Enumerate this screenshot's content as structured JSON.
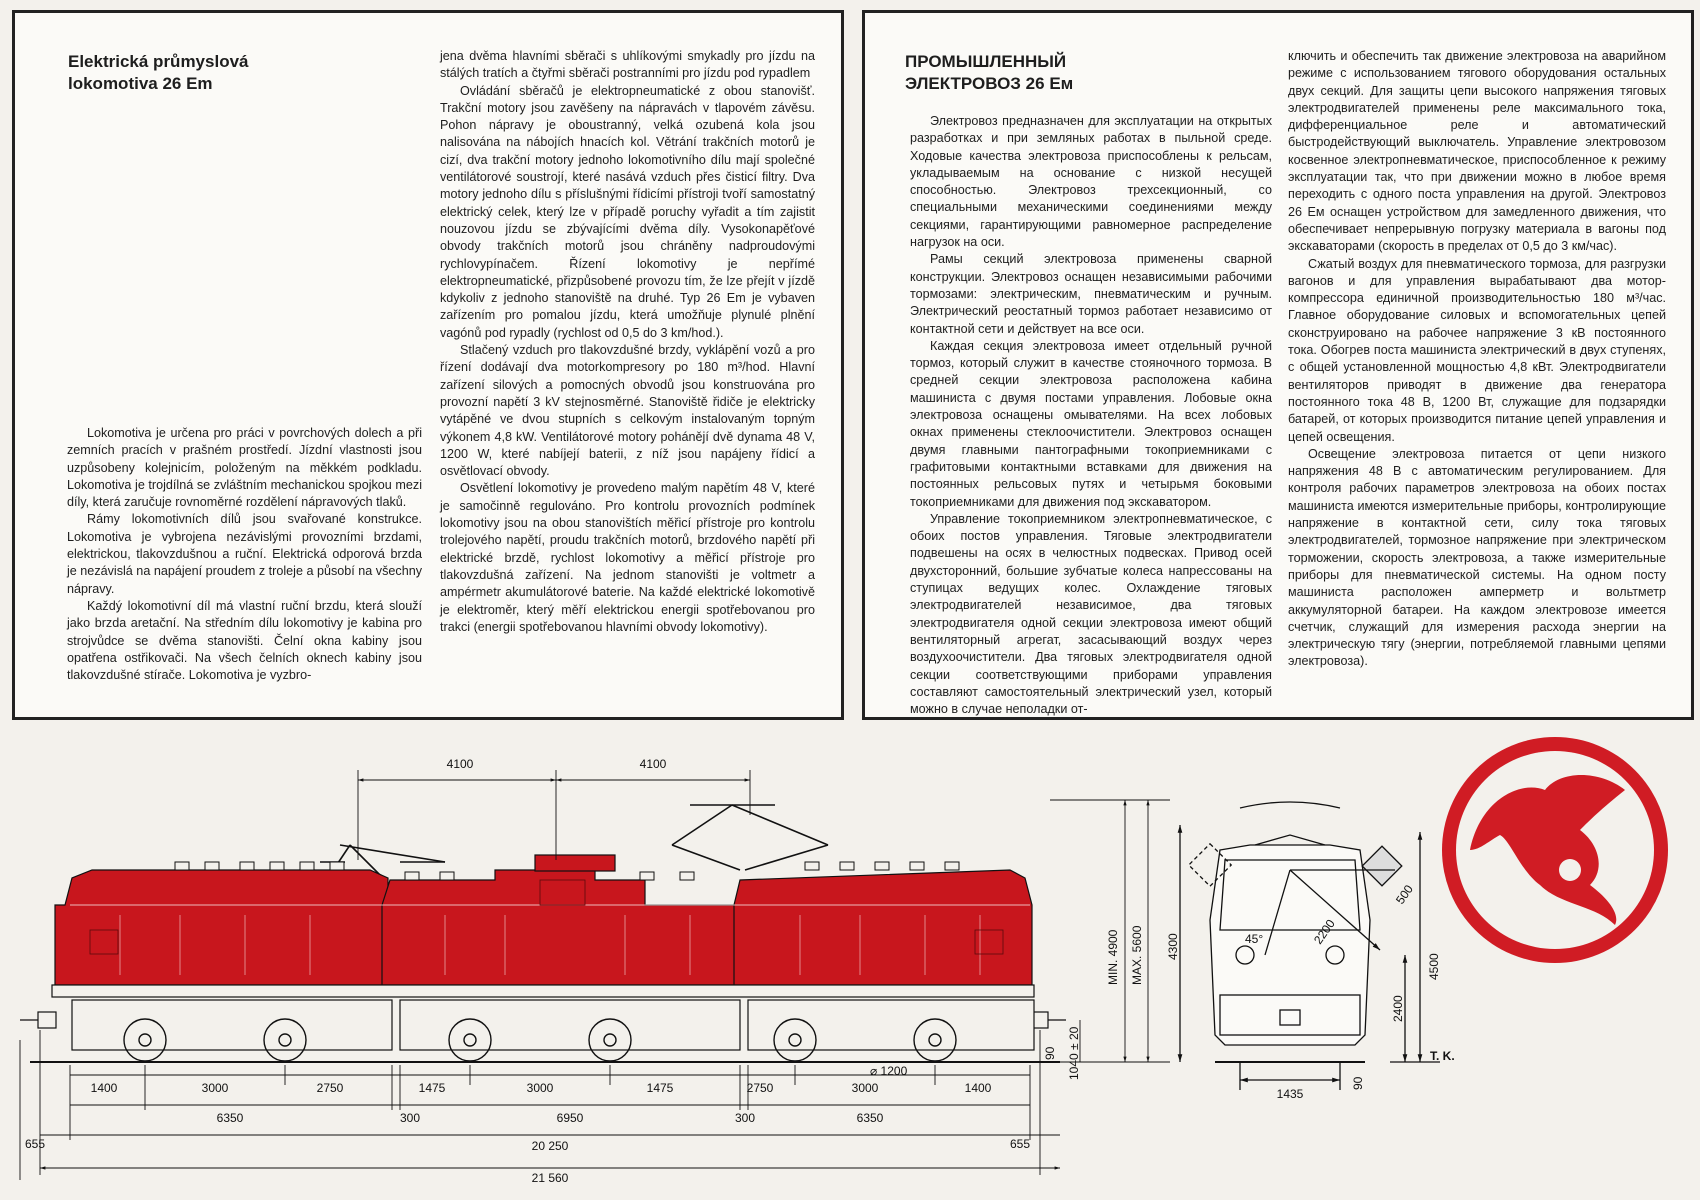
{
  "cz": {
    "title_line1": "Elektrická průmyslová",
    "title_line2": "lokomotiva 26 Em",
    "col1_paragraphs": [
      "Lokomotiva je určena pro práci v povrchových dolech a při zemních pracích v prašném prostředí. Jízdní vlastnosti jsou uzpůsobeny kolejnicím, položeným na měkkém podkladu. Lokomotiva je trojdílná se zvláštním mechanickou spojkou mezi díly, která zaručuje rovnoměrné rozdělení nápravových tlaků.",
      "Rámy lokomotivních dílů jsou svařované konstrukce. Lokomotiva je vybrojena nezávislými provozními brzdami, elektrickou, tlakovzdušnou a ruční. Elektrická odporová brzda je nezávislá na napájení proudem z troleje a působí na všechny nápravy.",
      "Každý lokomotivní díl má vlastní ruční brzdu, která slouží jako brzda aretační. Na středním dílu lokomotivy je kabina pro strojvůdce se dvěma stanovišti. Čelní okna kabiny jsou opatřena ostřikovači. Na všech čelních oknech kabiny jsou tlakovzdušné stírače. Lokomotiva je vyzbro-"
    ],
    "col2_paragraphs": [
      "jena dvěma hlavními sběrači s uhlíkovými smykadly pro jízdu na stálých tratích a čtyřmi sběrači postranními pro jízdu pod rypadlem",
      "Ovládání sběračů je elektropneumatické z obou stanovišť. Trakční motory jsou zavěšeny na nápravách v tlapovém závěsu. Pohon nápravy je oboustranný, velká ozubená kola jsou nalisována na nábojích hnacích kol. Větrání trakčních motorů je cizí, dva trakční motory jednoho lokomotivního dílu mají společné ventilátorové soustrojí, které nasává vzduch přes čisticí filtry. Dva motory jednoho dílu s příslušnými řídicími přístroji tvoří samostatný elektrický celek, který lze v případě poruchy vyřadit a tím zajistit nouzovou jízdu se zbývajícími dvěma díly. Vysokonapěťové obvody trakčních motorů jsou chráněny nadproudovými rychlovypínačem. Řízení lokomotivy je nepřímé elektropneumatické, přizpůsobené provozu tím, že lze přejít v jízdě kdykoliv z jednoho stanoviště na druhé. Typ 26 Em je vybaven zařízením pro pomalou jízdu, která umožňuje plynulé plnění vagónů pod rypadly (rychlost od 0,5 do 3 km/hod.).",
      "Stlačený vzduch pro tlakovzdušné brzdy, vyklápění vozů a pro řízení dodávají dva motorkompresory po 180 m³/hod. Hlavní zařízení silových a pomocných obvodů jsou konstruována pro provozní napětí 3 kV stejnosměrné. Stanoviště řidiče je elektricky vytápěné ve dvou stupních s celkovým instalovaným topným výkonem 4,8 kW. Ventilátorové motory pohánějí dvě dynama 48 V, 1200 W, které nabíjejí baterii, z níž jsou napájeny řídicí a osvětlovací obvody.",
      "Osvětlení lokomotivy je provedeno malým napětím 48 V, které je samočinně regulováno. Pro kontrolu provozních podmínek lokomotivy jsou na obou stanovištích měřicí přístroje pro kontrolu trolejového napětí, proudu trakčních motorů, brzdového napětí při elektrické brzdě, rychlost lokomotivy a měřicí přístroje pro tlakovzdušná zařízení. Na jednom stanovišti je voltmetr a ampérmetr akumulátorové baterie. Na každé elektrické lokomotivě je elektroměr, který měří elektrickou energii spotřebovanou pro trakci (energii spotřebovanou hlavními obvody lokomotivy)."
    ]
  },
  "ru": {
    "title_line1": "ПРОМЫШЛЕННЫЙ",
    "title_line2": "ЭЛЕКТРОВОЗ 26 Ем",
    "col1_paragraphs": [
      "Электровоз предназначен для эксплуатации на открытых разработках и при земляных работах в пыльной среде. Ходовые качества электровоза приспособлены к рельсам, укладываемым на основание с низкой несущей способностью. Электровоз трехсекционный, со специальными механическими соединениями между секциями, гарантирующими равномерное распределение нагрузок на оси.",
      "Рамы секций электровоза применены сварной конструкции. Электровоз оснащен независимыми рабочими тормозами: электрическим, пневматическим и ручным. Электрический реостатный тормоз работает независимо от контактной сети и действует на все оси.",
      "Каждая секция электровоза имеет отдельный ручной тормоз, который служит в качестве стояночного тормоза. В средней секции электровоза расположена кабина машиниста с двумя постами управления. Лобовые окна электровоза оснащены омывателями. На всех лобовых окнах применены стеклоочистители. Электровоз оснащен двумя главными пантографными токоприемниками с графитовыми контактными вставками для движения на постоянных рельсовых путях и четырьмя боковыми токоприемниками для движения под экскаватором.",
      "Управление токоприемником электропневматическое, с обоих постов управления. Тяговые электродвигатели подвешены на осях в челюстных подвесках. Привод осей двухсторонний, большие зубчатые колеса напрессованы на ступицах ведущих колес. Охлаждение тяговых электродвигателей независимое, два тяговых электродвигателя одной секции электровоза имеют общий вентиляторный агрегат, засасывающий воздух через воздухоочистители. Два тяговых электродвигателя одной секции соответствующими приборами управления составляют самостоятельный электрический узел, который можно в случае неполадки от-"
    ],
    "col2_paragraphs": [
      "ключить и обеспечить так движение электровоза на аварийном режиме с использованием тягового оборудования остальных двух секций. Для защиты цепи высокого напряжения тяговых электродвигателей применены реле максимального тока, дифференциальное реле и автоматический быстродействующий выключатель. Управление электровозом косвенное электропневматическое, приспособленное к режиму эксплуатации так, что при движении можно в любое время переходить с одного поста управления на другой. Электровоз 26 Ем оснащен устройством для замедленного движения, что обеспечивает непрерывную погрузку материала в вагоны под экскаваторами (скорость в пределах от 0,5 до 3 км/час).",
      "Сжатый воздух для пневматического тормоза, для разгрузки вагонов и для управления вырабатывают два мотор-компрессора единичной производительностью 180 м³/час. Главное оборудование силовых и вспомогательных цепей сконструировано на рабочее напряжение 3 кВ постоянного тока. Обогрев поста машиниста электрический в двух ступенях, с общей установленной мощностью 4,8 кВт. Электродвигатели вентиляторов приводят в движение два генератора постоянного тока 48 В, 1200 Вт, служащие для подзарядки батарей, от которых производится питание цепей управления и цепей освещения.",
      "Освещение электровоза питается от цепи низкого напряжения 48 В с автоматическим регулированием. Для контроля рабочих параметров электровоза на обоих постах машиниста имеются измерительные приборы, контролирующие напряжение в контактной сети, силу тока тяговых электродвигателей, тормозное напряжение при электрическом торможении, скорость электровоза, а также измерительные приборы для пневматической системы. На одном посту машиниста расположен амперметр и вольтметр аккумуляторной батареи. На каждом электровозе имеется счетчик, служащий для измерения расхода энергии на электрическую тягу (энергии, потребляемой главными цепями электровоза)."
    ]
  },
  "drawing": {
    "top_dims": [
      "4100",
      "4100"
    ],
    "row1_dims": [
      "1400",
      "3000",
      "2750",
      "1475",
      "3000",
      "1475",
      "2750",
      "3000",
      "1400"
    ],
    "row2_dims": [
      "6350",
      "300",
      "6950",
      "300",
      "6350"
    ],
    "overall_inner": "20 250",
    "overall_total": "21 560",
    "buffer_dims": [
      "655",
      "655"
    ],
    "wheel_dia": "⌀ 1200",
    "vert_min": "MIN. 4900",
    "vert_max": "MAX. 5600",
    "buffer_height": "1040 ± 20",
    "buffer_gap": "90",
    "end_h1": "4300",
    "end_h2": "4500",
    "end_h3": "2400",
    "end_angle": "45°",
    "end_len1": "2200",
    "end_len2": "500",
    "gauge": "1435",
    "gauge_low": "90",
    "rail_label": "T. K."
  },
  "colors": {
    "loco_red": "#c8161d",
    "logo_red": "#d01c24",
    "ink": "#1e1e1e",
    "paper": "#fbfaf7"
  }
}
